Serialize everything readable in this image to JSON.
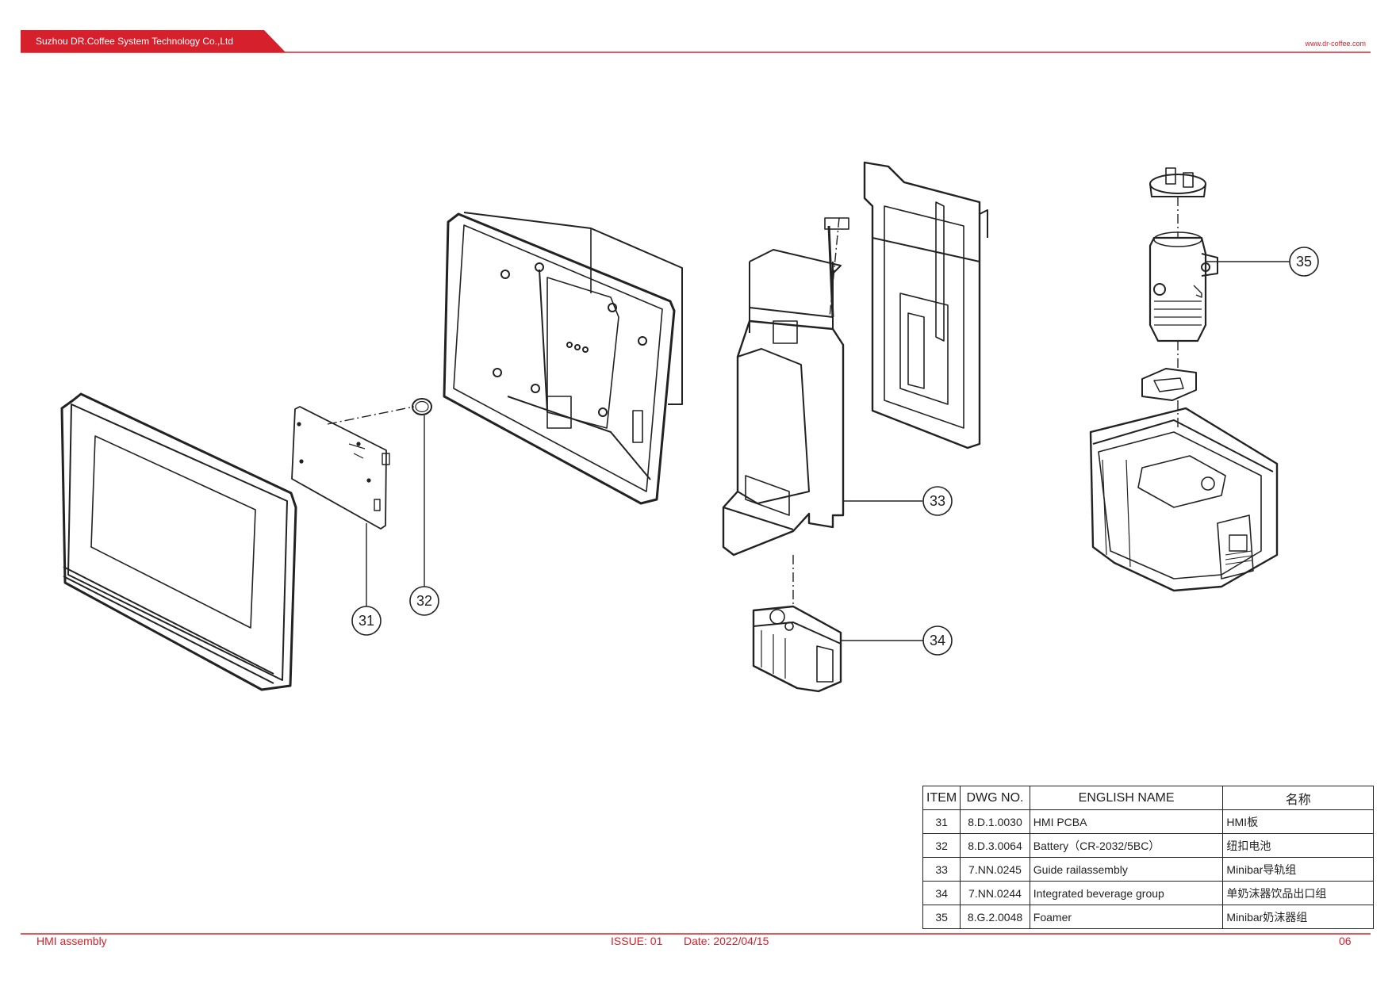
{
  "header": {
    "company": "Suzhou DR.Coffee System Technology Co.,Ltd",
    "url": "www.dr-coffee.com",
    "accent": "#d6202b"
  },
  "callouts": [
    "31",
    "32",
    "33",
    "34",
    "35"
  ],
  "table": {
    "headers": [
      "ITEM",
      "DWG NO.",
      "ENGLISH NAME",
      "名称"
    ],
    "rows": [
      {
        "item": "31",
        "dwg": "8.D.1.0030",
        "english": "HMI PCBA",
        "chinese": "HMI板"
      },
      {
        "item": "32",
        "dwg": "8.D.3.0064",
        "english": "Battery（CR-2032/5BC）",
        "chinese": "纽扣电池"
      },
      {
        "item": "33",
        "dwg": "7.NN.0245",
        "english": "Guide railassembly",
        "chinese": "Minibar导轨组"
      },
      {
        "item": "34",
        "dwg": "7.NN.0244",
        "english": "Integrated beverage group",
        "chinese": "单奶沫器饮品出口组"
      },
      {
        "item": "35",
        "dwg": "8.G.2.0048",
        "english": "Foamer",
        "chinese": "Minibar奶沫器组"
      }
    ]
  },
  "footer": {
    "title": "HMI assembly",
    "issue": "ISSUE:  01",
    "date": "Date:  2022/04/15",
    "page": "06"
  }
}
